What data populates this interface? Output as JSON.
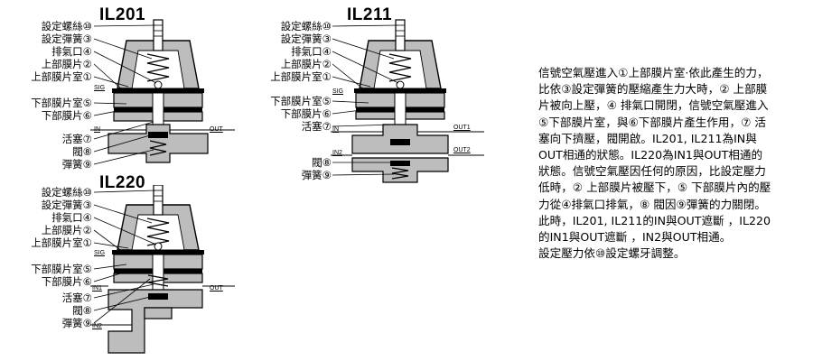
{
  "diagrams": {
    "il201": {
      "title": "IL201",
      "labels": [
        "設定螺絲⑩",
        "設定彈簧③",
        "排氣口④",
        "上部膜片②",
        "上部膜片室①",
        "下部膜片室⑤",
        "下部膜片⑥",
        "活塞⑦",
        "閥⑧",
        "彈簧⑨"
      ],
      "ports": [
        "SIG",
        "IN",
        "OUT"
      ]
    },
    "il211": {
      "title": "IL211",
      "labels": [
        "設定螺絲⑩",
        "設定彈簧③",
        "排氣口④",
        "上部膜片②",
        "上部膜片室①",
        "下部膜片室⑤",
        "下部膜片⑥",
        "活塞⑦",
        "閥⑧",
        "彈簧⑨"
      ],
      "ports": [
        "SIG",
        "IN",
        "OUT1",
        "IN2",
        "OUT2"
      ]
    },
    "il220": {
      "title": "IL220",
      "labels": [
        "設定螺絲⑩",
        "設定彈簧③",
        "排氣口④",
        "上部膜片②",
        "上部膜片室①",
        "下部膜片室⑤",
        "下部膜片⑥",
        "活塞⑦",
        "閥⑧",
        "彈簧⑨"
      ],
      "ports": [
        "SIG",
        "IN1",
        "OUT",
        "IN2"
      ]
    }
  },
  "description": {
    "lines": [
      "信號空氣壓進入①上部膜片室·依此產生的力，",
      "比依③設定彈簧的壓縮產生力大時，② 上部膜",
      "片被向上壓，④ 排氣口開閉，信號空氣壓進入",
      "⑤下部膜片室，與⑥下部膜片產生作用，⑦ 活",
      "塞向下擠壓，閥開啟。IL201, IL211為IN與",
      "OUT相通的狀態。IL220為IN1與OUT相通的",
      "狀態。信號空氣壓因任何的原因，比設定壓力",
      "低時，② 上部膜片被壓下，⑤ 下部膜片內的壓",
      "力從④排氣口排氣，⑧ 閥因⑨彈簧的力關閉。",
      "此時，IL201, IL211的IN與OUT遮斷 ，IL220",
      "的IN1與OUT遮斷 ，IN2與OUT相通。",
      "設定壓力依⑩設定螺牙調整。"
    ]
  }
}
